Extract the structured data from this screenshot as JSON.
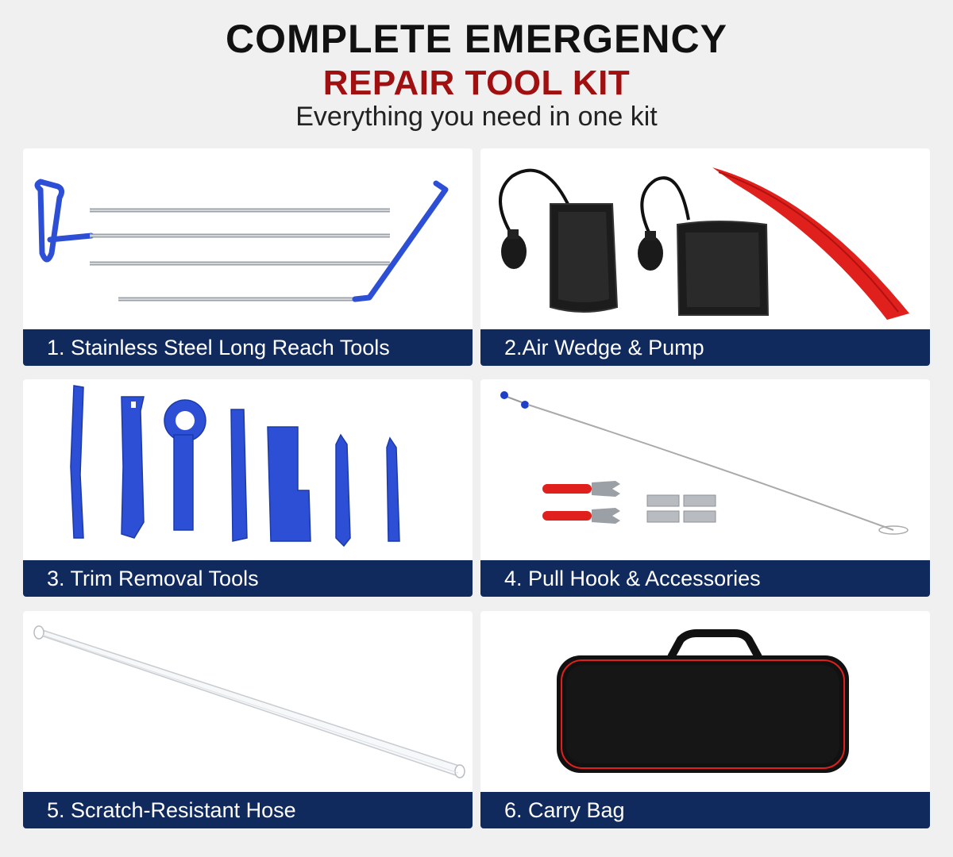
{
  "header": {
    "title_line1": "COMPLETE EMERGENCY",
    "title_line2": "REPAIR TOOL KIT",
    "subtitle": "Everything you need in one kit"
  },
  "panels": [
    {
      "caption": "1. Stainless Steel Long Reach Tools"
    },
    {
      "caption": "2.Air Wedge & Pump"
    },
    {
      "caption": "3. Trim Removal Tools"
    },
    {
      "caption": "4. Pull Hook & Accessories"
    },
    {
      "caption": "5. Scratch-Resistant Hose"
    },
    {
      "caption": "6. Carry Bag"
    }
  ],
  "colors": {
    "background": "#f0f0f0",
    "caption_bar": "#112a5e",
    "title_accent": "#a01010",
    "tool_blue": "#2d4fd6",
    "tool_red": "#e0201c"
  }
}
